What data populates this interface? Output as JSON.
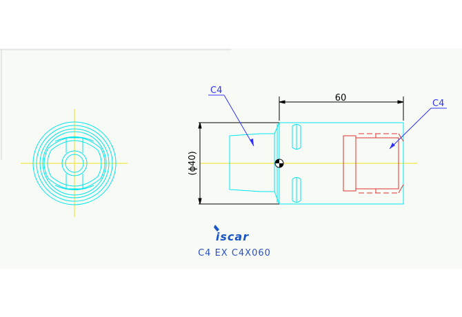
{
  "drawing": {
    "background": "#f8fbf5",
    "colors": {
      "outline": "#00e5ee",
      "centerline": "#f0e020",
      "dimension": "#000000",
      "leader": "#3030ff",
      "hidden": "#e03030",
      "logo": "#1a55c8",
      "caption": "#2a4fc0"
    }
  },
  "dimensions": {
    "length_label": "60",
    "diameter_label": "(ϕ40)"
  },
  "callouts": {
    "left_label": "C4",
    "right_label": "C4"
  },
  "title_block": {
    "logo_text": "iscar",
    "part_number": "C4 EX C4X060"
  }
}
